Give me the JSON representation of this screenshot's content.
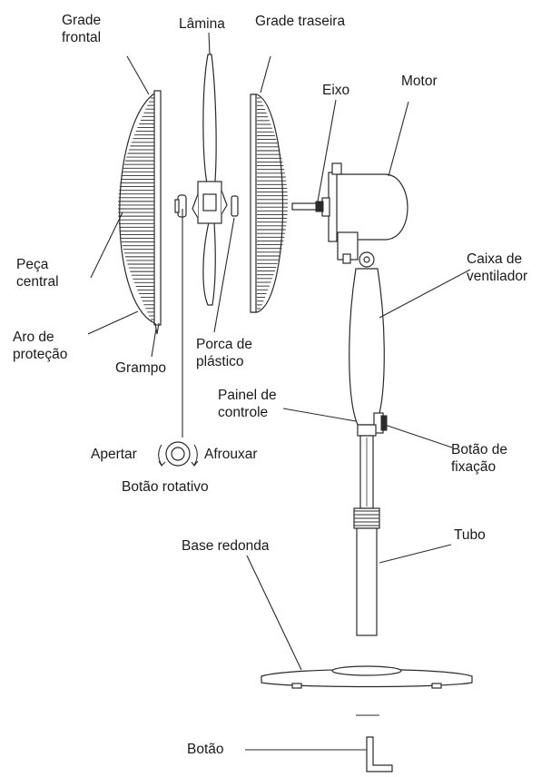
{
  "diagram": {
    "labels": {
      "grade_frontal": "Grade\nfrontal",
      "lamina": "Lâmina",
      "grade_traseira": "Grade traseira",
      "eixo": "Eixo",
      "motor": "Motor",
      "peca_central": "Peça\ncentral",
      "caixa_ventilador": "Caixa de\nventilador",
      "aro_protecao": "Aro de\nproteção",
      "grampo": "Grampo",
      "porca_plastico": "Porca de\nplástico",
      "painel_controle": "Painel de\ncontrole",
      "apertar": "Apertar",
      "afrouxar": "Afrouxar",
      "botao_fixacao": "Botão de\nfixação",
      "botao_rotativo": "Botão rotativo",
      "tubo": "Tubo",
      "base_redonda": "Base redonda",
      "botao": "Botão"
    },
    "colors": {
      "line": "#2a2a2a",
      "text": "#1a1a1a",
      "background": "#ffffff"
    }
  }
}
